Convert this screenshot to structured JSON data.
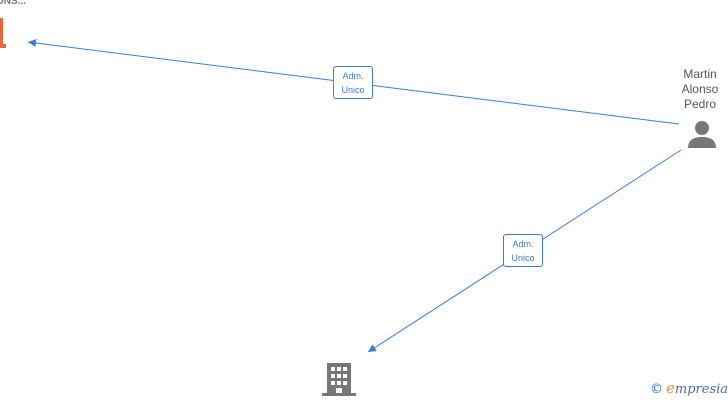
{
  "nodes": {
    "company_top": {
      "label": "ONS...",
      "icon": "building-icon",
      "color": "#e8663a"
    },
    "person": {
      "label_lines": [
        "Martin",
        "Alonso",
        "Pedro"
      ],
      "icon": "person-icon",
      "color": "#777777"
    },
    "company_bottom": {
      "icon": "building-icon",
      "color": "#777777"
    }
  },
  "edges": [
    {
      "from": "person",
      "to": "company_top",
      "label_line1": "Adm.",
      "label_line2": "Unico",
      "color": "#3b7fd6"
    },
    {
      "from": "person",
      "to": "company_bottom",
      "label_line1": "Adm.",
      "label_line2": "Unico",
      "color": "#3b7fd6"
    }
  ],
  "watermark": {
    "copyright_symbol": "©",
    "brand_initial": "e",
    "brand_rest": "mpresia",
    "initial_color": "#e8902a",
    "text_color": "#4a6fa5"
  }
}
